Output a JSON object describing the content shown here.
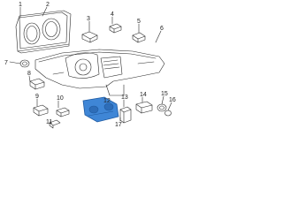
{
  "callouts": {
    "c1": "1",
    "c2": "2",
    "c3": "3",
    "c4": "4",
    "c5": "5",
    "c6": "6",
    "c7": "7",
    "c8": "8",
    "c9": "9",
    "c10": "10",
    "c11": "11",
    "c12": "12",
    "c13": "13",
    "c14": "14",
    "c15": "15",
    "c16": "16",
    "c17": "17"
  },
  "colors": {
    "line": "#2a2a2a",
    "highlight": "#3f86d6",
    "highlight_stroke": "#1f5aa0",
    "background": "#ffffff"
  }
}
